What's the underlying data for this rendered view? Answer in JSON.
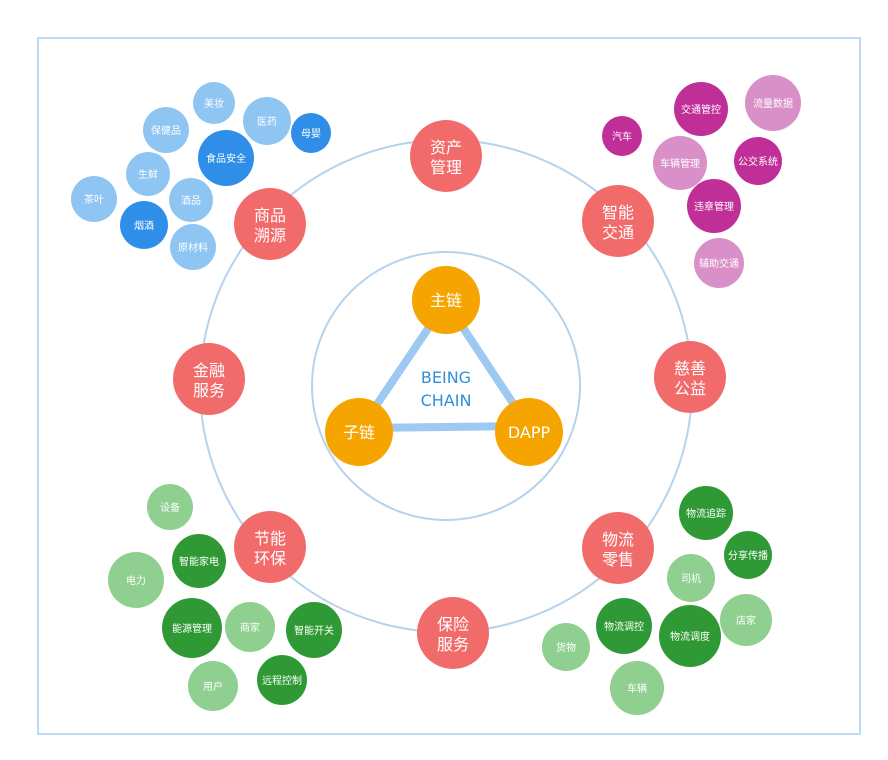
{
  "center": {
    "line1": "BEING",
    "line2": "CHAIN"
  },
  "hubs": [
    {
      "key": "main",
      "label": "主链"
    },
    {
      "key": "sub",
      "label": "子链"
    },
    {
      "key": "dapp",
      "label": "DAPP"
    }
  ],
  "sectors": [
    {
      "key": "asset",
      "lines": [
        "资产",
        "管理"
      ]
    },
    {
      "key": "traffic",
      "lines": [
        "智能",
        "交通"
      ]
    },
    {
      "key": "charity",
      "lines": [
        "慈善",
        "公益"
      ]
    },
    {
      "key": "logistics",
      "lines": [
        "物流",
        "零售"
      ]
    },
    {
      "key": "insurance",
      "lines": [
        "保险",
        "服务"
      ]
    },
    {
      "key": "energy",
      "lines": [
        "节能",
        "环保"
      ]
    },
    {
      "key": "finance",
      "lines": [
        "金融",
        "服务"
      ]
    },
    {
      "key": "trace",
      "lines": [
        "商品",
        "溯源"
      ]
    }
  ],
  "clusters": {
    "trace": {
      "color_light": "#8ec5f2",
      "color_dark": "#2f8fe8",
      "items": [
        "保健品",
        "美妆",
        "医药",
        "母婴",
        "食品安全",
        "生鲜",
        "酒品",
        "茶叶",
        "烟酒",
        "原材料"
      ]
    },
    "traffic": {
      "color_light": "#d98fc8",
      "color_dark": "#c02f98",
      "items": [
        "汽车",
        "交通管控",
        "流量数据",
        "车辆管理",
        "公交系统",
        "违章管理",
        "辅助交通"
      ]
    },
    "energy": {
      "color_light": "#8fcf8f",
      "color_dark": "#2f9a35",
      "items": [
        "设备",
        "智能家电",
        "电力",
        "能源管理",
        "商家",
        "智能开关",
        "用户",
        "远程控制"
      ]
    },
    "logistics": {
      "color_light": "#8fcf8f",
      "color_dark": "#2f9a35",
      "items": [
        "物流追踪",
        "分享传播",
        "司机",
        "物流调控",
        "物流调度",
        "店家",
        "货物",
        "车辆"
      ]
    }
  },
  "colors": {
    "frame": "#a9cdf0",
    "ring": "#b6d3ee",
    "inner_triangle": "#9ec9f2",
    "hub": "#f5a400",
    "sector": "#f26b6b",
    "center_text": "#2f8fd8"
  }
}
